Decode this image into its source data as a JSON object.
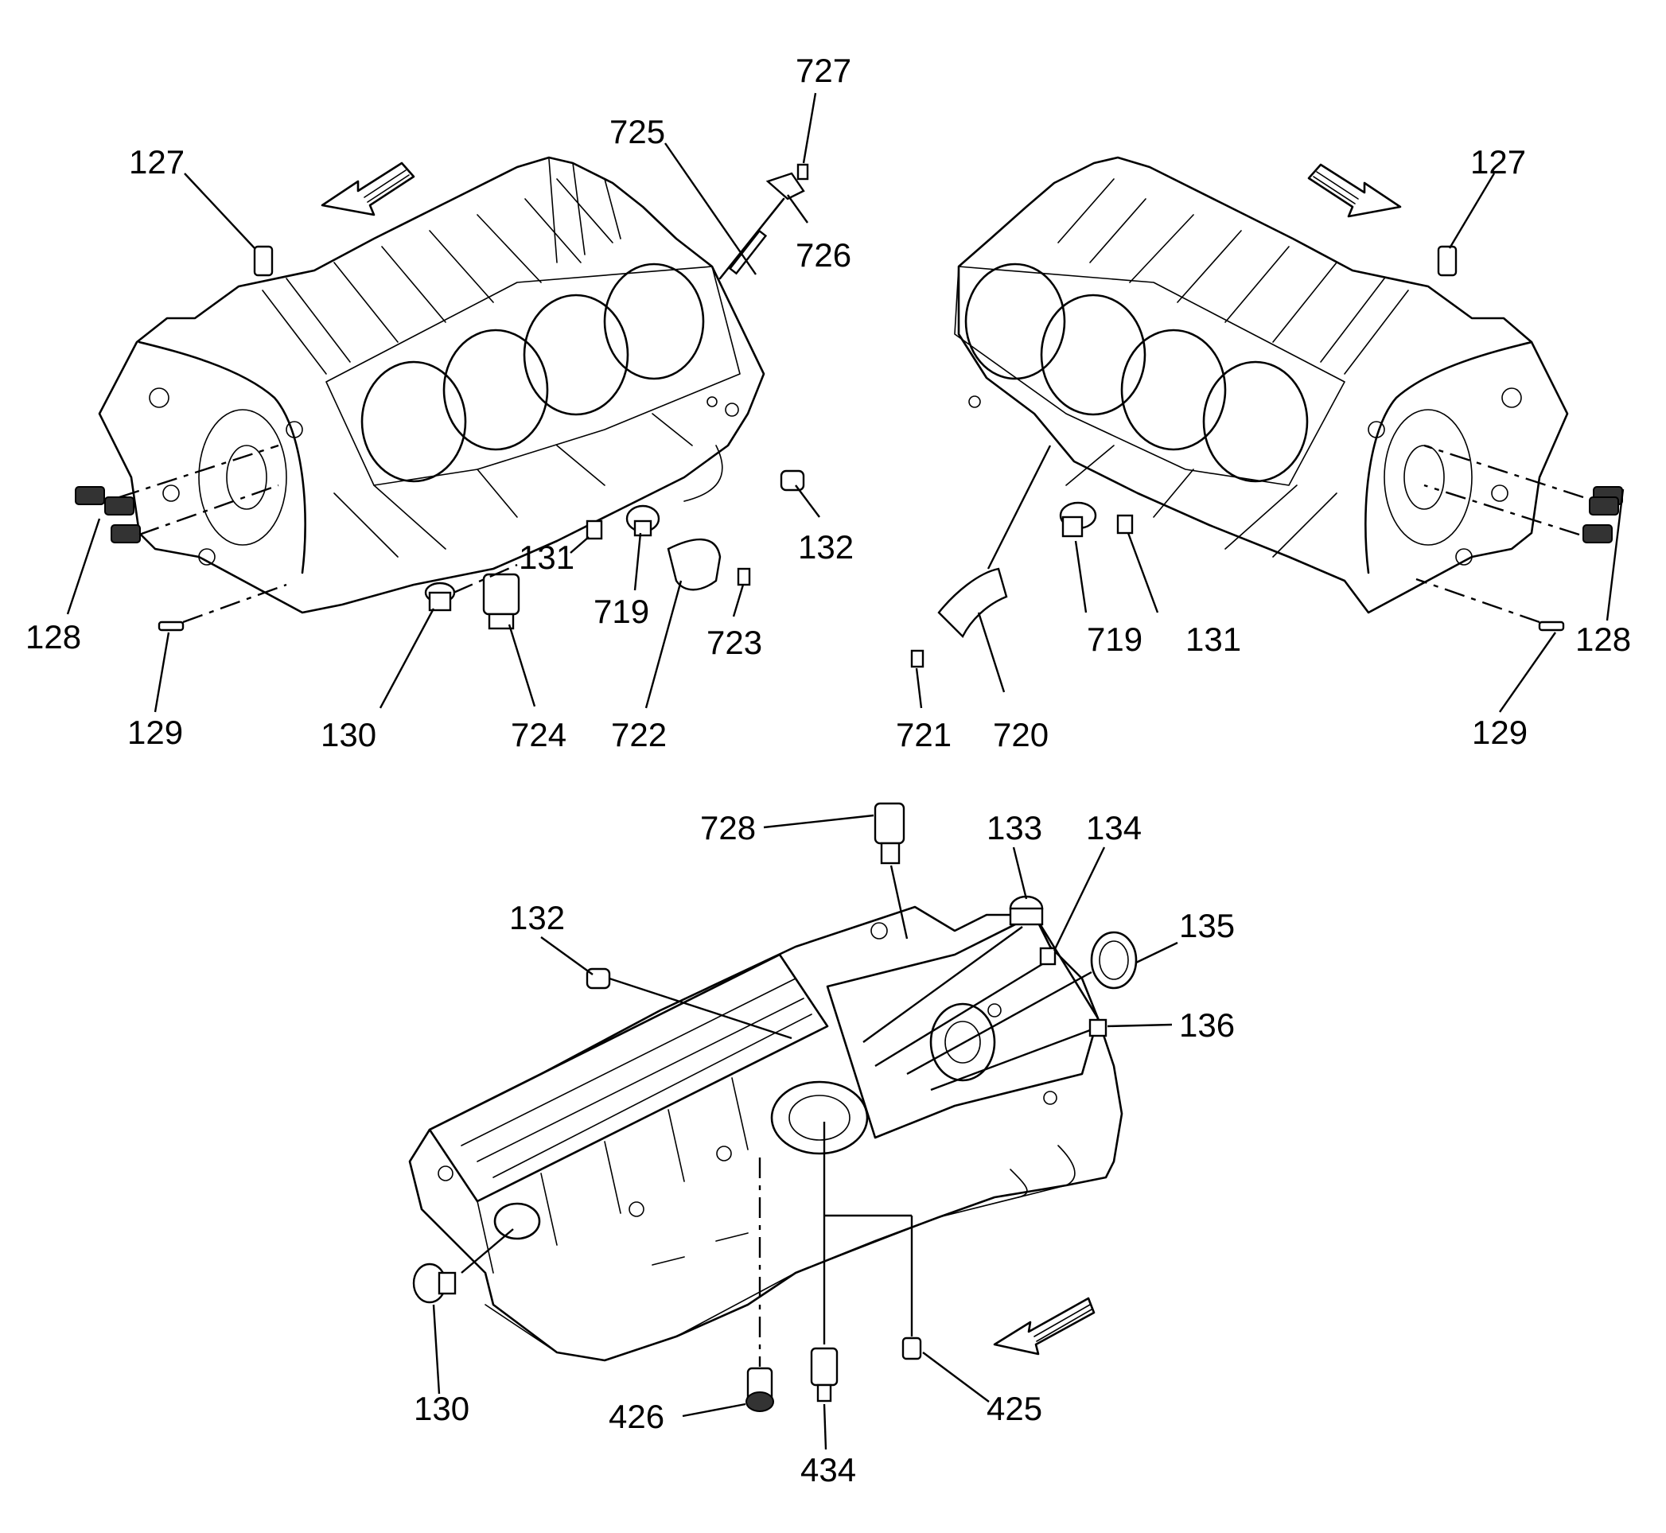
{
  "callouts": {
    "tl_127": "127",
    "tl_725": "725",
    "tl_727": "727",
    "tl_726": "726",
    "tl_128": "128",
    "tl_129": "129",
    "tl_130": "130",
    "tl_131": "131",
    "tl_132": "132",
    "tl_719": "719",
    "tl_722": "722",
    "tl_723": "723",
    "tl_724": "724",
    "tr_127": "127",
    "tr_128": "128",
    "tr_129": "129",
    "tr_131": "131",
    "tr_719": "719",
    "tr_720": "720",
    "tr_721": "721",
    "b_728": "728",
    "b_133": "133",
    "b_134": "134",
    "b_132": "132",
    "b_135": "135",
    "b_136": "136",
    "b_130": "130",
    "b_426": "426",
    "b_434": "434",
    "b_425": "425"
  }
}
